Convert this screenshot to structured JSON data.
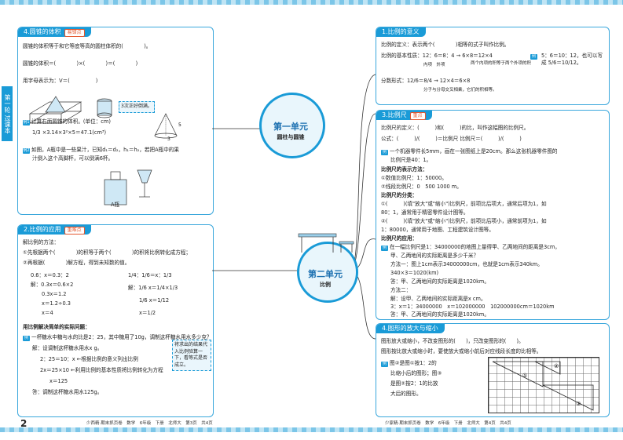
{
  "side_tab": "第一轮 过课本",
  "page_number": "2",
  "footer_left": "少西精·期末抓页卷　数学　6年级　下册　北师大　第3页　共4页",
  "footer_right": "少家精·期末抓页卷　数学　6年级　下册　北师大　第4页　共4页",
  "unit1": {
    "title": "第一单元",
    "subtitle": "圆柱与圆锥"
  },
  "unit2": {
    "title": "第二单元",
    "subtitle": "比例"
  },
  "box4": {
    "title": "4.圆锥的体积",
    "tag": "易错点",
    "lines": [
      "圆锥的体积等于和它等底等高的圆柱体积的(　　　　)。",
      "圆锥的体积＝(　　　　)×(　　　　)＝(　　　　)",
      "用字母表示为：V＝(　　　　　)"
    ],
    "note": "3次正好倒满。",
    "ex1_label": "例1",
    "ex1": "计算右面圆锥的体积。(单位：cm)",
    "ex1_calc": "1/3 ×3.14×3²×5＝47.1(cm³)",
    "ex2_label": "例2",
    "ex2_a": "如图，A瓶中是一些果汁，已知d₁＝d₂，h₁＝h₂，若把A瓶中的果",
    "ex2_b": "汁倒入这个高脚杯，可以倒满6杯。",
    "bottle_label": "A瓶"
  },
  "box2": {
    "title": "2.比例的应用",
    "tag": "重难点",
    "l1": "解比例的方法：",
    "l2": "①先根据两个(　　　　)的积等于两个(　　　　)的积将比例转化成方程；",
    "l3": "②再根据(　　　　)解方程，得到未知数的值。",
    "calcA": [
      "0.6：x＝0.3：2",
      "解：0.3x＝0.6×2",
      "0.3x＝1.2",
      "x＝1.2÷0.3",
      "x＝4"
    ],
    "calcB": [
      "1/4：1/6＝x：1/3",
      "解：1/6 x＝1/4×1/3",
      "1/6 x＝1/12",
      "x＝1/2"
    ],
    "l4": "用比例解决简单的实际问题：",
    "ex_label": "例",
    "ex": "一杯糖水中糖与水的比是2：25，其中糖用了10g，调制这杯糖水用水多少克？",
    "s1": "解：设调制这杯糖水用水x g。",
    "s2": "2：25＝10：x ←根据比例的意义列出比例",
    "s3": "2x＝25×10 ←利用比例的基本性质将比例转化为方程",
    "s4": "x＝125",
    "s5": "答：调制这杯糖水用水125g。",
    "note": "将求出的结果代入比例验算一下，看等式是否成立。"
  },
  "box1": {
    "title": "1.比例的意义",
    "l1": "比例的定义：表示两个(　　　　)相等的式子叫作比例。",
    "l2": "比例的基本性质：12：6＝8：4 → 6×8＝12×4",
    "l2b": "两个内项的积等于两个外项的积",
    "l2c": "内项　外项",
    "l3": "分数形式：12/6＝8/4 → 12×4＝6×8",
    "l3b": "分子与分母交叉相乘，它们的积相等。",
    "ex_label": "例",
    "ex": "5：6＝10：12，也可以写成 5/6＝10/12。"
  },
  "box3": {
    "title": "3.比例尺",
    "tag": "重点",
    "l1": "比例尺的定义：(　　　)和(　　　)的比，叫作这幅图的比例尺。",
    "l2": "公式：(　　　)/(　　　)＝比例尺 比例尺＝(　　　)/(　　　)",
    "ex1": "一个机器零件长5mm，画在一张图纸上是20cm。那么这张机器零件图的",
    "ex1b": "比例尺是40：1。",
    "l3": "比例尺的表示方法：",
    "l4": "①数值比例尺：1：50000。",
    "l5": "②线段比例尺：0　500 1000 m。",
    "l6": "比例尺的分类：",
    "l7": "①(　　　)(填\"放大\"或\"缩小\")比例尺，前项比后项大，通常后项为1，如",
    "l7b": "80：1，通常用于精密零件设计图等。",
    "l8": "②(　　　)(填\"放大\"或\"缩小\")比例尺，前项比后项小，通常前项为1，如",
    "l8b": "1：80000，通常用于地图、工程建筑设计图等。",
    "l9": "比例尺的应用：",
    "ex2": "在一幅比例尺是1：34000000的地图上量得甲、乙两地间的距离是3cm，",
    "ex2b": "甲、乙两地间的实际距离是多少千米？",
    "m1": "方法一：图上1cm表示34000000cm，也就是1cm表示340km。",
    "m1b": "340×3＝1020(km)",
    "m1c": "答：甲、乙两地间的实际距离是1020km。",
    "m2": "方法二：",
    "m2a": "解：设甲、乙两地间的实际距离是x cm。",
    "m2b": "3：x＝1：34000000　x＝102000000　102000000cm＝1020km",
    "m2c": "答：甲、乙两地间的实际距离是1020km。"
  },
  "box5": {
    "title": "4.图形的放大与缩小",
    "l1": "图形放大或缩小，不改变图形的(　　)，只改变图形的(　　)。",
    "l2": "图形按比放大或缩小时，要使放大或缩小前后对应线段长度的比相等。",
    "l3": "图②是图①按1：2的",
    "l4": "比缩小后的图形；图③",
    "l5": "是图②按2：1的比放",
    "l6": "大后的图形。",
    "shape_labels": [
      "①",
      "②",
      "③"
    ]
  }
}
